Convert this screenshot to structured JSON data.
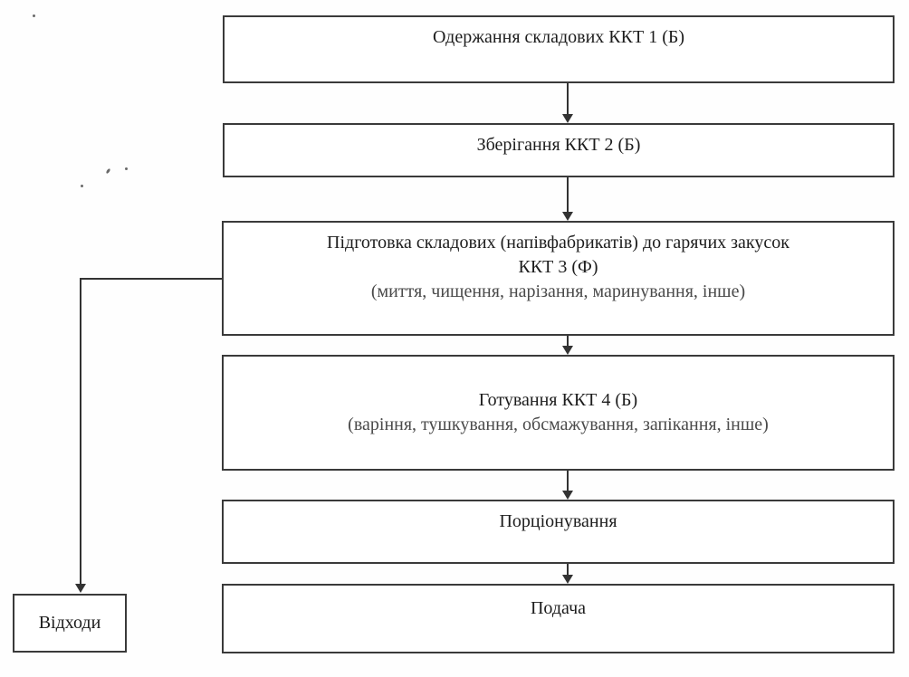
{
  "diagram": {
    "type": "flowchart",
    "language": "uk",
    "nodes": {
      "receive": {
        "line1": "Одержання складових ККТ 1 (Б)"
      },
      "storage": {
        "line1": "Зберігання ККТ 2 (Б)"
      },
      "prep": {
        "line1": "Підготовка складових (напівфабрикатів) до гарячих закусок",
        "line2": "ККТ 3 (Ф)",
        "line3": "(миття, чищення, нарізання, маринування, інше)"
      },
      "cook": {
        "line1": "Готування ККТ 4 (Б)",
        "line2": "(варіння, тушкування, обсмажування, запікання, інше)"
      },
      "portion": {
        "line1": "Порціонування"
      },
      "serve": {
        "line1": "Подача"
      },
      "waste": {
        "line1": "Відходи"
      }
    },
    "edges": [
      {
        "from": "receive",
        "to": "storage"
      },
      {
        "from": "storage",
        "to": "prep"
      },
      {
        "from": "prep",
        "to": "cook"
      },
      {
        "from": "cook",
        "to": "portion"
      },
      {
        "from": "portion",
        "to": "serve"
      },
      {
        "from": "prep",
        "to": "waste"
      }
    ]
  },
  "colors": {
    "border": "#3a3a3a",
    "text": "#1d1d1d",
    "note": "#4a4a4a",
    "arrow": "#333333",
    "bg": "#fefefe"
  }
}
